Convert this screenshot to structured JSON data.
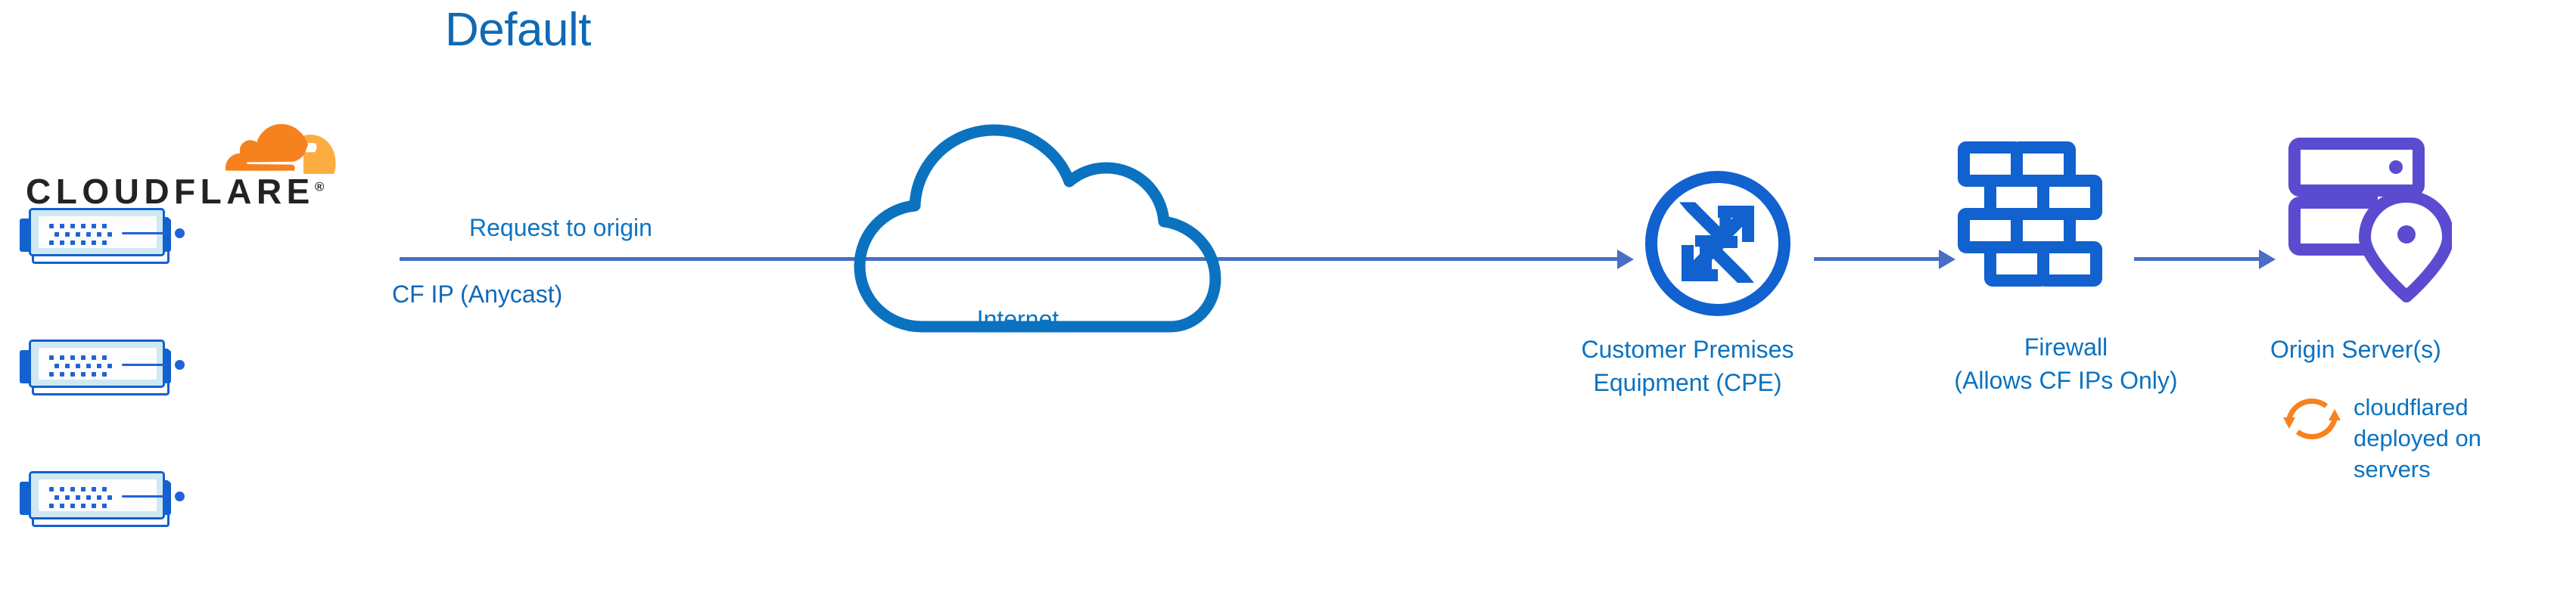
{
  "title": "Default",
  "brand": {
    "wordmark": "CLOUDFLARE",
    "registered": "®",
    "logo_icon": "cloudflare-cloud-logo",
    "orange": "#f6821f",
    "orange_light": "#fbad41",
    "wordmark_color": "#232323"
  },
  "colors": {
    "title_blue": "#1069b4",
    "label_blue": "#0b72c0",
    "icon_blue": "#1161cf",
    "arrow_blue": "#4a6ec3",
    "cloud_outline_blue": "#0b72c0",
    "origin_purple": "#5b4bd0",
    "cloudflared_orange": "#f6821f",
    "server_fill": "#cfe8f2"
  },
  "nodes": {
    "cloudflare_edge": {
      "name": "Cloudflare edge servers",
      "icon": "server-rack-icon",
      "count": 3,
      "ip_label": "CF IP\n(Anycast)"
    },
    "internet": {
      "label": "Internet",
      "icon": "cloud-icon"
    },
    "cpe": {
      "label": "Customer Premises\nEquipment (CPE)",
      "icon": "router-icon"
    },
    "firewall": {
      "label": "Firewall\n(Allows CF IPs Only)",
      "icon": "brick-wall-icon"
    },
    "origin": {
      "label": "Origin Server(s)",
      "icon": "server-location-pin-icon"
    },
    "cloudflared": {
      "label": "cloudflared\ndeployed on\nservers",
      "icon": "sync-arrows-icon"
    }
  },
  "connections": [
    {
      "from": "cloudflare_edge",
      "to": "cpe",
      "label": "Request to origin"
    },
    {
      "from": "cpe",
      "to": "firewall",
      "label": ""
    },
    {
      "from": "firewall",
      "to": "origin",
      "label": ""
    }
  ]
}
